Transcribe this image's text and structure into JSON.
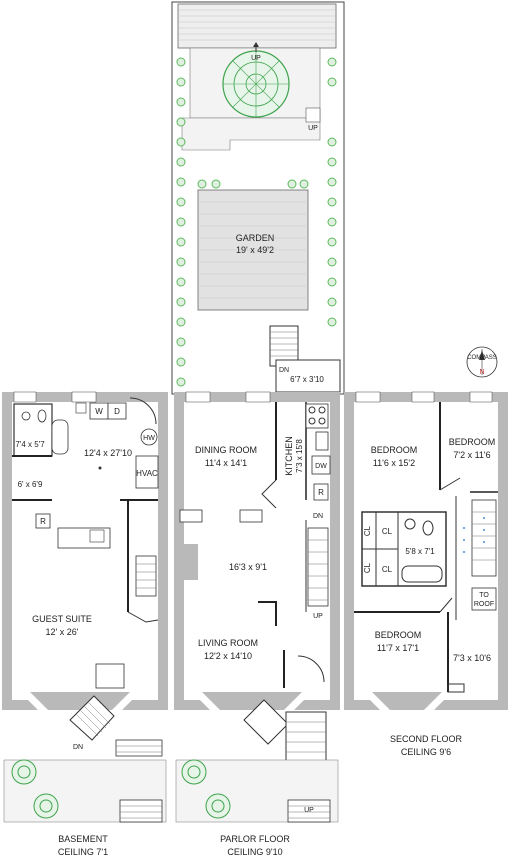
{
  "colors": {
    "wall": "#222222",
    "floor_fill": "#b9b9b9",
    "paving": "#e2e2e2",
    "tree": "#3fa34d",
    "shrub": "#5cb85c"
  },
  "garden": {
    "label": "GARDEN",
    "dims": "19' x 49'2",
    "up_top": "UP",
    "up_side": "UP",
    "stair_dn": "DN",
    "stair_dims": "6'7 x 3'10"
  },
  "basement": {
    "laundry_w": "W",
    "laundry_d": "D",
    "bath_dims": "7'4 x 5'7",
    "main_dims": "12'4 x 27'10",
    "hw": "HW",
    "hvac": "HVAC",
    "small_dims": "6' x 6'9",
    "fridge": "R",
    "suite_name": "GUEST SUITE",
    "suite_dims": "12' x 26'",
    "stair_dn": "DN",
    "title": "BASEMENT",
    "ceiling": "CEILING 7'1"
  },
  "parlor": {
    "dining_name": "DINING ROOM",
    "dining_dims": "11'4 x 14'1",
    "kitchen_name": "KITCHEN",
    "kitchen_dims": "7'3 x 15'8",
    "dw": "DW",
    "fridge": "R",
    "stair_dn": "DN",
    "hall_dims": "16'3 x 9'1",
    "stair_up": "UP",
    "living_name": "LIVING ROOM",
    "living_dims": "12'2 x 14'10",
    "front_up_1": "UP",
    "front_up_2": "UP",
    "title": "PARLOR FLOOR",
    "ceiling": "CEILING 9'10"
  },
  "second": {
    "compass": "COMPASS",
    "compass_n": "N",
    "bedroom1_name": "BEDROOM",
    "bedroom1_dims": "11'6 x 15'2",
    "bedroom2_name": "BEDROOM",
    "bedroom2_dims": "7'2 x 11'6",
    "cl1": "CL",
    "cl2": "CL",
    "cl3": "CL",
    "cl4": "CL",
    "bath_dims": "5'8 x 7'1",
    "to_roof_1": "TO",
    "to_roof_2": "ROOF",
    "bedroom3_name": "BEDROOM",
    "bedroom3_dims": "11'7 x 17'1",
    "hall_dims": "7'3 x 10'6",
    "title": "SECOND FLOOR",
    "ceiling": "CEILING 9'6"
  }
}
